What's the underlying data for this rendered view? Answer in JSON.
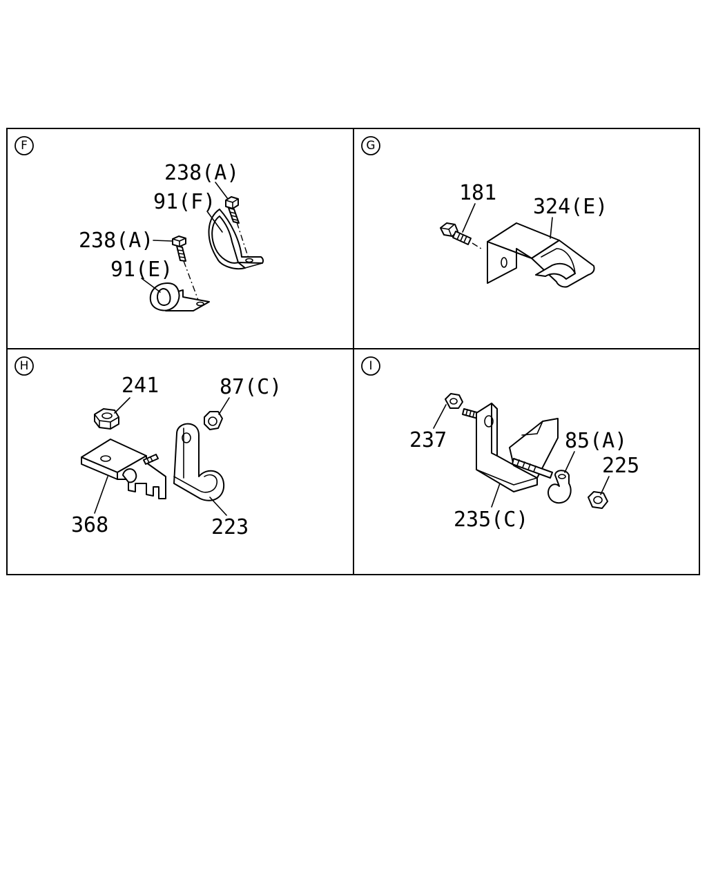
{
  "panels": [
    {
      "letter": "F",
      "callouts": [
        "238(A)",
        "91(F)",
        "238(A)",
        "91(E)"
      ]
    },
    {
      "letter": "G",
      "callouts": [
        "181",
        "324(E)"
      ]
    },
    {
      "letter": "H",
      "callouts": [
        "241",
        "87(C)",
        "368",
        "223"
      ]
    },
    {
      "letter": "I",
      "callouts": [
        "237",
        "85(A)",
        "225",
        "235(C)"
      ]
    }
  ]
}
